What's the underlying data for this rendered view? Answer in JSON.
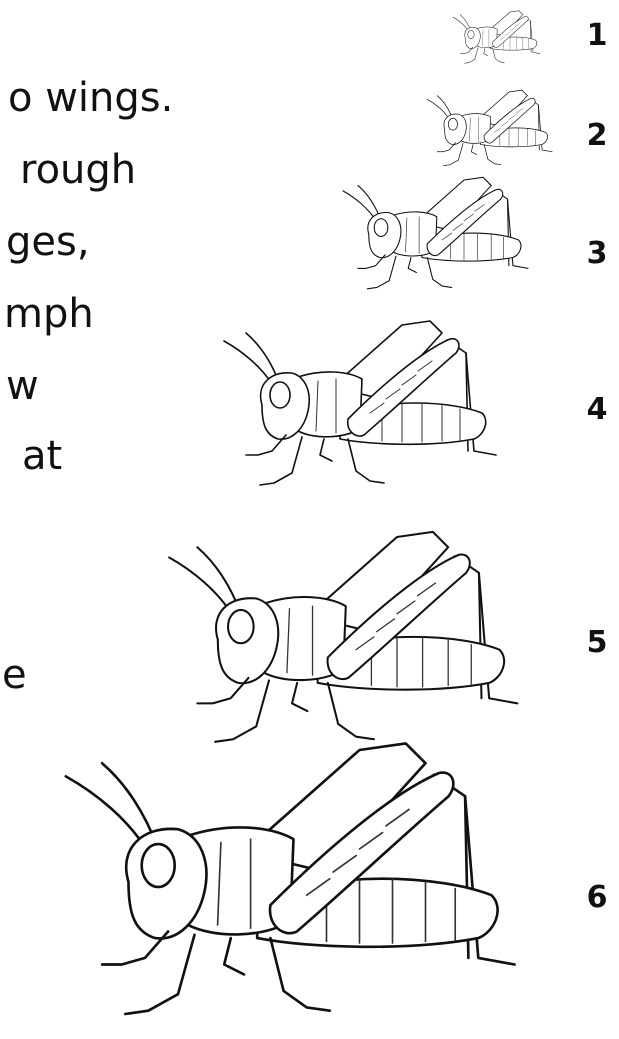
{
  "text_lines": [
    "o wings.",
    "rough",
    "ges,",
    "mph",
    "w",
    "at",
    "e"
  ],
  "stages": [
    {
      "label": "1",
      "icon": "grasshopper-nymph-1"
    },
    {
      "label": "2",
      "icon": "grasshopper-nymph-2"
    },
    {
      "label": "3",
      "icon": "grasshopper-nymph-3"
    },
    {
      "label": "4",
      "icon": "grasshopper-nymph-4"
    },
    {
      "label": "5",
      "icon": "grasshopper-nymph-5"
    },
    {
      "label": "6",
      "icon": "grasshopper-adult-6"
    }
  ]
}
